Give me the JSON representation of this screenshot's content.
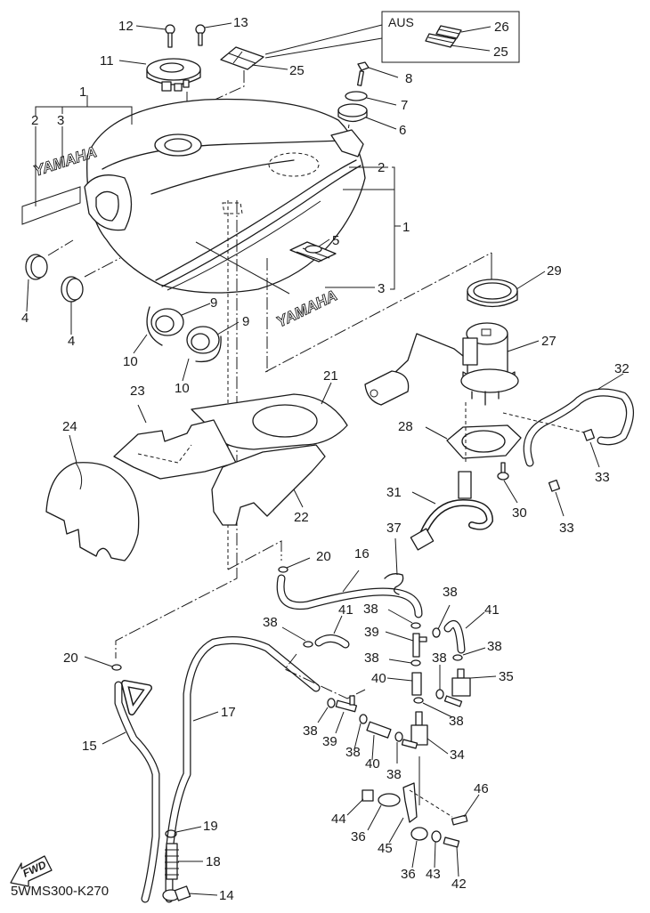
{
  "diagram": {
    "title_code": "5WMS300-K270",
    "inset_region_label": "AUS",
    "decal_text": "YAMAHA",
    "fwd_label": "FWD"
  },
  "callouts": [
    {
      "id": "c12",
      "label": "12"
    },
    {
      "id": "c13",
      "label": "13"
    },
    {
      "id": "c11",
      "label": "11"
    },
    {
      "id": "c25a",
      "label": "25"
    },
    {
      "id": "c26",
      "label": "26"
    },
    {
      "id": "c25b",
      "label": "25"
    },
    {
      "id": "c8",
      "label": "8"
    },
    {
      "id": "c7",
      "label": "7"
    },
    {
      "id": "c6",
      "label": "6"
    },
    {
      "id": "c1a",
      "label": "1"
    },
    {
      "id": "c2a",
      "label": "2"
    },
    {
      "id": "c3a",
      "label": "3"
    },
    {
      "id": "c2b",
      "label": "2"
    },
    {
      "id": "c1b",
      "label": "1"
    },
    {
      "id": "c5",
      "label": "5"
    },
    {
      "id": "c3b",
      "label": "3"
    },
    {
      "id": "c4a",
      "label": "4"
    },
    {
      "id": "c4b",
      "label": "4"
    },
    {
      "id": "c9a",
      "label": "9"
    },
    {
      "id": "c9b",
      "label": "9"
    },
    {
      "id": "c10a",
      "label": "10"
    },
    {
      "id": "c10b",
      "label": "10"
    },
    {
      "id": "c29",
      "label": "29"
    },
    {
      "id": "c27",
      "label": "27"
    },
    {
      "id": "c32",
      "label": "32"
    },
    {
      "id": "c21",
      "label": "21"
    },
    {
      "id": "c23",
      "label": "23"
    },
    {
      "id": "c24",
      "label": "24"
    },
    {
      "id": "c28",
      "label": "28"
    },
    {
      "id": "c33a",
      "label": "33"
    },
    {
      "id": "c30",
      "label": "30"
    },
    {
      "id": "c33b",
      "label": "33"
    },
    {
      "id": "c31",
      "label": "31"
    },
    {
      "id": "c22",
      "label": "22"
    },
    {
      "id": "c37",
      "label": "37"
    },
    {
      "id": "c20a",
      "label": "20"
    },
    {
      "id": "c16",
      "label": "16"
    },
    {
      "id": "c38a",
      "label": "38"
    },
    {
      "id": "c41a",
      "label": "41"
    },
    {
      "id": "c38b",
      "label": "38"
    },
    {
      "id": "c41b",
      "label": "41"
    },
    {
      "id": "c38c",
      "label": "38"
    },
    {
      "id": "c39a",
      "label": "39"
    },
    {
      "id": "c38d",
      "label": "38"
    },
    {
      "id": "c38e",
      "label": "38"
    },
    {
      "id": "c20b",
      "label": "20"
    },
    {
      "id": "c40a",
      "label": "40"
    },
    {
      "id": "c38f",
      "label": "38"
    },
    {
      "id": "c35",
      "label": "35"
    },
    {
      "id": "c38g",
      "label": "38"
    },
    {
      "id": "c17",
      "label": "17"
    },
    {
      "id": "c38h",
      "label": "38"
    },
    {
      "id": "c39b",
      "label": "39"
    },
    {
      "id": "c38i",
      "label": "38"
    },
    {
      "id": "c40b",
      "label": "40"
    },
    {
      "id": "c38j",
      "label": "38"
    },
    {
      "id": "c34",
      "label": "34"
    },
    {
      "id": "c15",
      "label": "15"
    },
    {
      "id": "c46",
      "label": "46"
    },
    {
      "id": "c44",
      "label": "44"
    },
    {
      "id": "c36a",
      "label": "36"
    },
    {
      "id": "c45",
      "label": "45"
    },
    {
      "id": "c36b",
      "label": "36"
    },
    {
      "id": "c43",
      "label": "43"
    },
    {
      "id": "c42",
      "label": "42"
    },
    {
      "id": "c19",
      "label": "19"
    },
    {
      "id": "c18",
      "label": "18"
    },
    {
      "id": "c14",
      "label": "14"
    },
    {
      "id": "c38k",
      "label": "38"
    }
  ]
}
